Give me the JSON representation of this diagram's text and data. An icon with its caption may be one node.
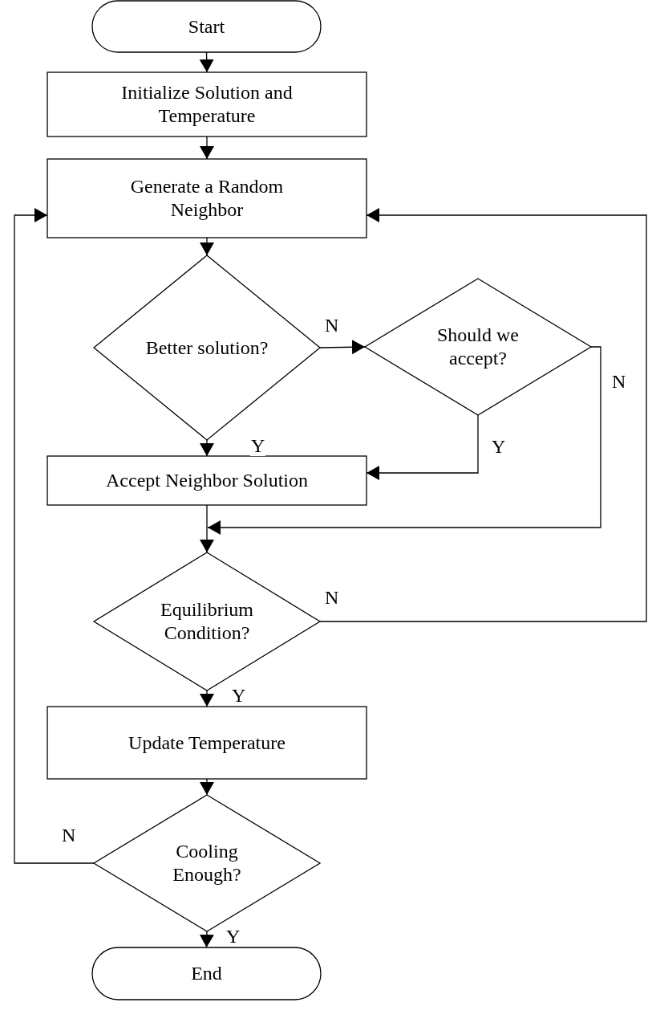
{
  "diagram": {
    "nodes": [
      {
        "text": [
          "Start"
        ]
      },
      {
        "text": [
          "Initialize Solution and Temperature"
        ]
      },
      {
        "text": [
          "Generate a Random Neighbor"
        ]
      },
      {
        "text": [
          "Better solution?"
        ]
      },
      {
        "text": [
          "Should we accept?"
        ]
      },
      {
        "text": [
          "Accept Neighbor Solution"
        ]
      },
      {
        "text": [
          "Equilibrium Condition?"
        ]
      },
      {
        "text": [
          "Update Temperature"
        ]
      },
      {
        "text": [
          "Cooling Enough?"
        ]
      },
      {
        "text": [
          "End"
        ]
      }
    ],
    "edges": [
      {
        "from": 0,
        "to": 1,
        "arrow": "to"
      },
      {
        "from": 1,
        "to": 2,
        "arrow": "to"
      },
      {
        "from": 2,
        "to": 3,
        "arrow": "to"
      },
      {
        "from": 3,
        "to": 4,
        "arrow": "to",
        "label": "N"
      },
      {
        "from": 3,
        "to": 5,
        "arrow": "to",
        "label": "Y"
      },
      {
        "from": 4,
        "to": 5,
        "arrow": "to",
        "label": "Y"
      },
      {
        "from": 4,
        "to": 6,
        "arrow": "to",
        "label": "N"
      },
      {
        "from": 5,
        "to": 6,
        "arrow": "to"
      },
      {
        "from": 6,
        "to": 2,
        "arrow": "to",
        "label": "N"
      },
      {
        "from": 6,
        "to": 7,
        "arrow": "to",
        "label": "Y"
      },
      {
        "from": 7,
        "to": 8,
        "arrow": "to"
      },
      {
        "from": 8,
        "to": 2,
        "arrow": "to",
        "label": "N"
      },
      {
        "from": 8,
        "to": 9,
        "arrow": "to",
        "label": "Y"
      }
    ]
  }
}
